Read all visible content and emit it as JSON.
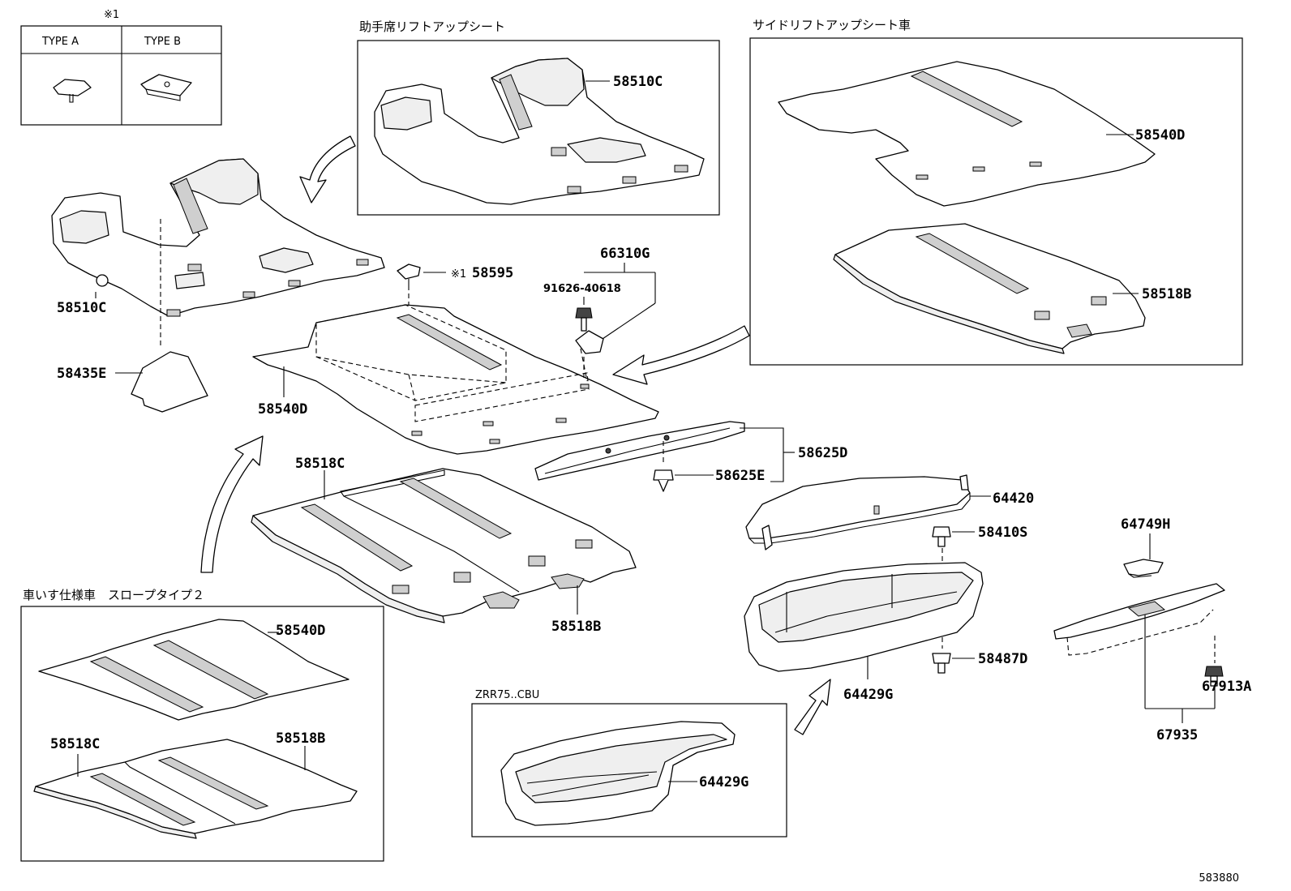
{
  "legend": {
    "note_mark": "※1",
    "type_a": "TYPE A",
    "type_b": "TYPE B"
  },
  "insets": {
    "passenger_liftup": "助手席リフトアップシート",
    "side_liftup": "サイドリフトアップシート車",
    "wheelchair": "車いす仕様車　スロープタイプ２",
    "zrr75": "ZRR75..CBU"
  },
  "labels": {
    "p58510C_inset": "58510C",
    "p58540D_inset": "58540D",
    "p58518B_inset": "58518B",
    "p58510C": "58510C",
    "p58595_mark": "※1",
    "p58595": "58595",
    "p66310G": "66310G",
    "p91626": "91626-40618",
    "p58435E": "58435E",
    "p58540D": "58540D",
    "p58518C": "58518C",
    "p58518B": "58518B",
    "p58625D": "58625D",
    "p58625E": "58625E",
    "p64420": "64420",
    "p58410S": "58410S",
    "p64749H": "64749H",
    "p58487D": "58487D",
    "p64429G": "64429G",
    "p67913A": "67913A",
    "p67935": "67935",
    "wc58540D": "58540D",
    "wc58518C": "58518C",
    "wc58518B": "58518B",
    "zr64429G": "64429G"
  },
  "footer": {
    "code": "583880"
  }
}
